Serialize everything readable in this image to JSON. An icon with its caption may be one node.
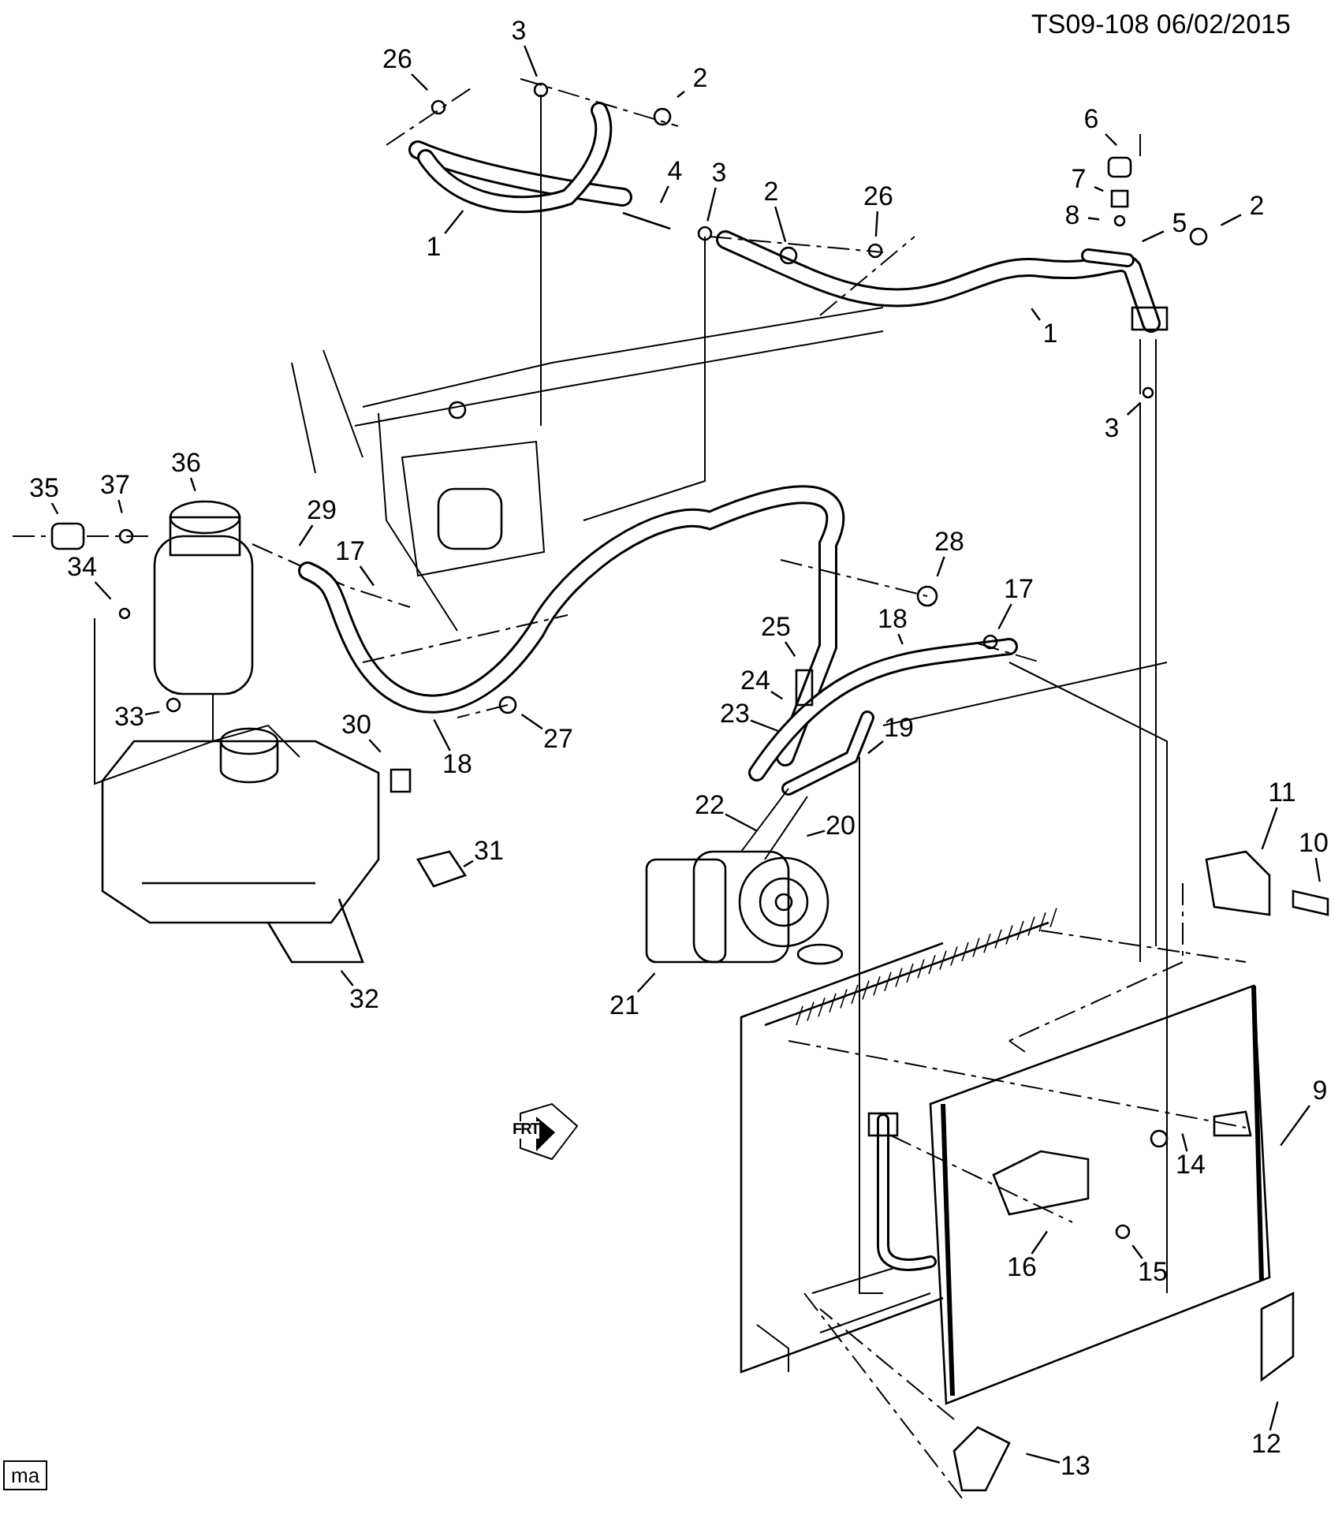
{
  "diagram": {
    "nodes": [
      {
        "text": [
          "26"
        ]
      },
      {
        "text": [
          "3"
        ]
      },
      {
        "text": [
          "2"
        ]
      },
      {
        "text": [
          "1"
        ]
      },
      {
        "text": [
          "4"
        ]
      },
      {
        "text": [
          "3"
        ]
      },
      {
        "text": [
          "2"
        ]
      },
      {
        "text": [
          "26"
        ]
      },
      {
        "text": [
          "6"
        ]
      },
      {
        "text": [
          "7"
        ]
      },
      {
        "text": [
          "8"
        ]
      },
      {
        "text": [
          "5"
        ]
      },
      {
        "text": [
          "2"
        ]
      },
      {
        "text": [
          "1"
        ]
      },
      {
        "text": [
          "3"
        ]
      },
      {
        "text": [
          "35"
        ]
      },
      {
        "text": [
          "37"
        ]
      },
      {
        "text": [
          "36"
        ]
      },
      {
        "text": [
          "34"
        ]
      },
      {
        "text": [
          "29"
        ]
      },
      {
        "text": [
          "17"
        ]
      },
      {
        "text": [
          "28"
        ]
      },
      {
        "text": [
          "17"
        ]
      },
      {
        "text": [
          "18"
        ]
      },
      {
        "text": [
          "25"
        ]
      },
      {
        "text": [
          "24"
        ]
      },
      {
        "text": [
          "23"
        ]
      },
      {
        "text": [
          "27"
        ]
      },
      {
        "text": [
          "33"
        ]
      },
      {
        "text": [
          "30"
        ]
      },
      {
        "text": [
          "18"
        ]
      },
      {
        "text": [
          "19"
        ]
      },
      {
        "text": [
          "22"
        ]
      },
      {
        "text": [
          "20"
        ]
      },
      {
        "text": [
          "31"
        ]
      },
      {
        "text": [
          "11"
        ]
      },
      {
        "text": [
          "10"
        ]
      },
      {
        "text": [
          "32"
        ]
      },
      {
        "text": [
          "21"
        ]
      },
      {
        "text": [
          "9"
        ]
      },
      {
        "text": [
          "14"
        ]
      },
      {
        "text": [
          "16"
        ]
      },
      {
        "text": [
          "15"
        ]
      },
      {
        "text": [
          "12"
        ]
      },
      {
        "text": [
          "13"
        ]
      }
    ],
    "edges": [
      {
        "from": 0,
        "to": null,
        "arrow": "none"
      },
      {
        "from": 1,
        "to": null,
        "arrow": "none"
      },
      {
        "from": 2,
        "to": null,
        "arrow": "none"
      },
      {
        "from": 3,
        "to": null,
        "arrow": "none"
      },
      {
        "from": 4,
        "to": null,
        "arrow": "none"
      },
      {
        "from": 5,
        "to": null,
        "arrow": "none"
      },
      {
        "from": 6,
        "to": null,
        "arrow": "none"
      },
      {
        "from": 7,
        "to": null,
        "arrow": "none"
      },
      {
        "from": 8,
        "to": null,
        "arrow": "none"
      },
      {
        "from": 9,
        "to": null,
        "arrow": "none"
      },
      {
        "from": 10,
        "to": null,
        "arrow": "none"
      },
      {
        "from": 11,
        "to": null,
        "arrow": "none"
      },
      {
        "from": 12,
        "to": null,
        "arrow": "none"
      },
      {
        "from": 13,
        "to": null,
        "arrow": "none"
      },
      {
        "from": 14,
        "to": null,
        "arrow": "none"
      },
      {
        "from": 15,
        "to": null,
        "arrow": "none"
      },
      {
        "from": 16,
        "to": null,
        "arrow": "none"
      },
      {
        "from": 17,
        "to": null,
        "arrow": "none"
      },
      {
        "from": 18,
        "to": null,
        "arrow": "none"
      },
      {
        "from": 19,
        "to": null,
        "arrow": "none"
      },
      {
        "from": 20,
        "to": null,
        "arrow": "none"
      },
      {
        "from": 21,
        "to": null,
        "arrow": "none"
      },
      {
        "from": 22,
        "to": null,
        "arrow": "none"
      },
      {
        "from": 23,
        "to": null,
        "arrow": "none"
      },
      {
        "from": 24,
        "to": null,
        "arrow": "none"
      },
      {
        "from": 25,
        "to": null,
        "arrow": "none"
      },
      {
        "from": 26,
        "to": null,
        "arrow": "none"
      },
      {
        "from": 27,
        "to": null,
        "arrow": "none"
      },
      {
        "from": 28,
        "to": null,
        "arrow": "none"
      },
      {
        "from": 29,
        "to": null,
        "arrow": "none"
      },
      {
        "from": 30,
        "to": null,
        "arrow": "none"
      },
      {
        "from": 31,
        "to": null,
        "arrow": "none"
      },
      {
        "from": 32,
        "to": null,
        "arrow": "none"
      },
      {
        "from": 33,
        "to": null,
        "arrow": "none"
      },
      {
        "from": 34,
        "to": null,
        "arrow": "none"
      },
      {
        "from": 35,
        "to": null,
        "arrow": "none"
      },
      {
        "from": 36,
        "to": null,
        "arrow": "none"
      },
      {
        "from": 37,
        "to": null,
        "arrow": "none"
      },
      {
        "from": 38,
        "to": null,
        "arrow": "none"
      },
      {
        "from": 39,
        "to": null,
        "arrow": "none"
      },
      {
        "from": 40,
        "to": null,
        "arrow": "none"
      },
      {
        "from": 41,
        "to": null,
        "arrow": "none"
      },
      {
        "from": 42,
        "to": null,
        "arrow": "none"
      },
      {
        "from": 43,
        "to": null,
        "arrow": "none"
      },
      {
        "from": 44,
        "to": null,
        "arrow": "none"
      }
    ],
    "labels": [
      "TS09-108 06/02/2015",
      "FRT",
      "ma"
    ]
  }
}
